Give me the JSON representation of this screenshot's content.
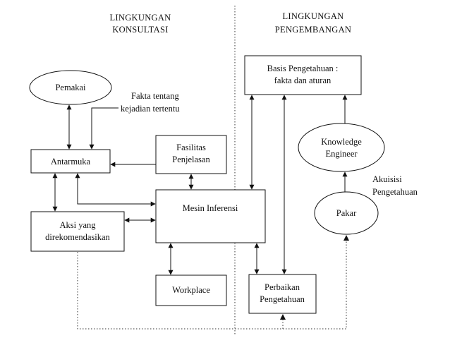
{
  "headers": {
    "left": [
      "LINGKUNGAN",
      "KONSULTASI"
    ],
    "right": [
      "LINGKUNGAN",
      "PENGEMBANGAN"
    ]
  },
  "nodes": {
    "pemakai": "Pemakai",
    "antarmuka": "Antarmuka",
    "aksi": [
      "Aksi yang",
      "direkomendasikan"
    ],
    "fasilitas": [
      "Fasilitas",
      "Penjelasan"
    ],
    "mesin": "Mesin Inferensi",
    "workplace": "Workplace",
    "perbaikan": [
      "Perbaikan",
      "Pengetahuan"
    ],
    "basis": [
      "Basis Pengetahuan :",
      "fakta dan aturan"
    ],
    "knowledge_engineer": [
      "Knowledge",
      "Engineer"
    ],
    "pakar": "Pakar"
  },
  "annotations": {
    "fakta": [
      "Fakta tentang",
      "kejadian tertentu"
    ],
    "akuisisi": [
      "Akuisisi",
      "Pengetahuan"
    ]
  },
  "colors": {
    "stroke": "#111111",
    "background": "#ffffff"
  }
}
